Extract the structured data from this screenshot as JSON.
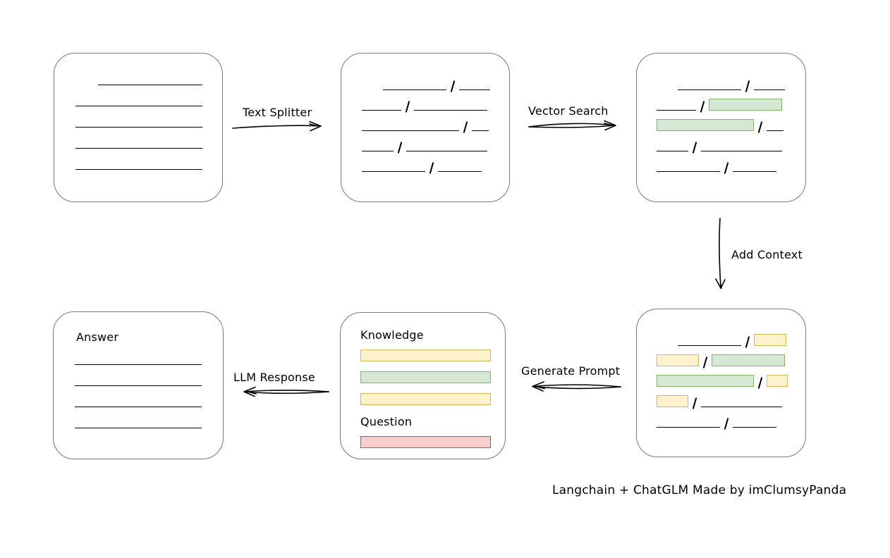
{
  "caption": "Langchain + ChatGLM Made by imClumsyPanda",
  "colors": {
    "box_border": "#7a7a7a",
    "green_fill": "#d5e8d4",
    "green_border": "#82b366",
    "yellow_fill": "#fff2cc",
    "yellow_border": "#d6b656",
    "red_fill": "#f8cecc",
    "red_border": "#b85450"
  },
  "arrows": {
    "text_splitter": {
      "label": "Text Splitter",
      "direction": "right"
    },
    "vector_search": {
      "label": "Vector Search",
      "direction": "right"
    },
    "add_context": {
      "label": "Add Context",
      "direction": "down"
    },
    "generate_prompt": {
      "label": "Generate Prompt",
      "direction": "left"
    },
    "llm_response": {
      "label": "LLM Response",
      "direction": "left"
    }
  },
  "prompt": {
    "knowledge_label": "Knowledge",
    "question_label": "Question",
    "knowledge_bars": [
      "yellow",
      "green",
      "yellow"
    ],
    "question_bars": [
      "red"
    ]
  },
  "answer": {
    "label": "Answer"
  },
  "document_lines": [
    {
      "indent": 32,
      "w": 148
    },
    {
      "w": 180
    },
    {
      "w": 180
    },
    {
      "w": 180
    },
    {
      "w": 180
    }
  ],
  "answer_lines": [
    {
      "w": 180
    },
    {
      "w": 180
    },
    {
      "w": 180
    },
    {
      "w": 180
    }
  ],
  "chunk_rows": {
    "split": [
      {
        "indent": 30,
        "segs": [
          {
            "type": "line",
            "w": 90
          },
          {
            "type": "line",
            "w": 44
          }
        ]
      },
      {
        "segs": [
          {
            "type": "line",
            "w": 56
          },
          {
            "type": "line",
            "w": 104
          }
        ]
      },
      {
        "segs": [
          {
            "type": "line",
            "w": 138
          },
          {
            "type": "line",
            "w": 24
          }
        ]
      },
      {
        "segs": [
          {
            "type": "line",
            "w": 45
          },
          {
            "type": "line",
            "w": 115
          }
        ]
      },
      {
        "segs": [
          {
            "type": "line",
            "w": 90
          },
          {
            "type": "line",
            "w": 62
          }
        ]
      }
    ],
    "matched": [
      {
        "indent": 30,
        "segs": [
          {
            "type": "line",
            "w": 90
          },
          {
            "type": "line",
            "w": 44
          }
        ]
      },
      {
        "segs": [
          {
            "type": "line",
            "w": 56
          },
          {
            "type": "green",
            "w": 104
          }
        ]
      },
      {
        "segs": [
          {
            "type": "green",
            "w": 138
          },
          {
            "type": "line",
            "w": 24
          }
        ]
      },
      {
        "segs": [
          {
            "type": "line",
            "w": 45
          },
          {
            "type": "line",
            "w": 115
          }
        ]
      },
      {
        "segs": [
          {
            "type": "line",
            "w": 90
          },
          {
            "type": "line",
            "w": 62
          }
        ]
      }
    ],
    "context": [
      {
        "indent": 30,
        "segs": [
          {
            "type": "line",
            "w": 90
          },
          {
            "type": "yellow",
            "w": 46
          }
        ]
      },
      {
        "segs": [
          {
            "type": "yellow",
            "w": 60
          },
          {
            "type": "green",
            "w": 104
          }
        ]
      },
      {
        "segs": [
          {
            "type": "green",
            "w": 138
          },
          {
            "type": "yellow",
            "w": 30
          }
        ]
      },
      {
        "segs": [
          {
            "type": "yellow",
            "w": 45
          },
          {
            "type": "line",
            "w": 115
          }
        ]
      },
      {
        "segs": [
          {
            "type": "line",
            "w": 90
          },
          {
            "type": "line",
            "w": 62
          }
        ]
      }
    ]
  }
}
